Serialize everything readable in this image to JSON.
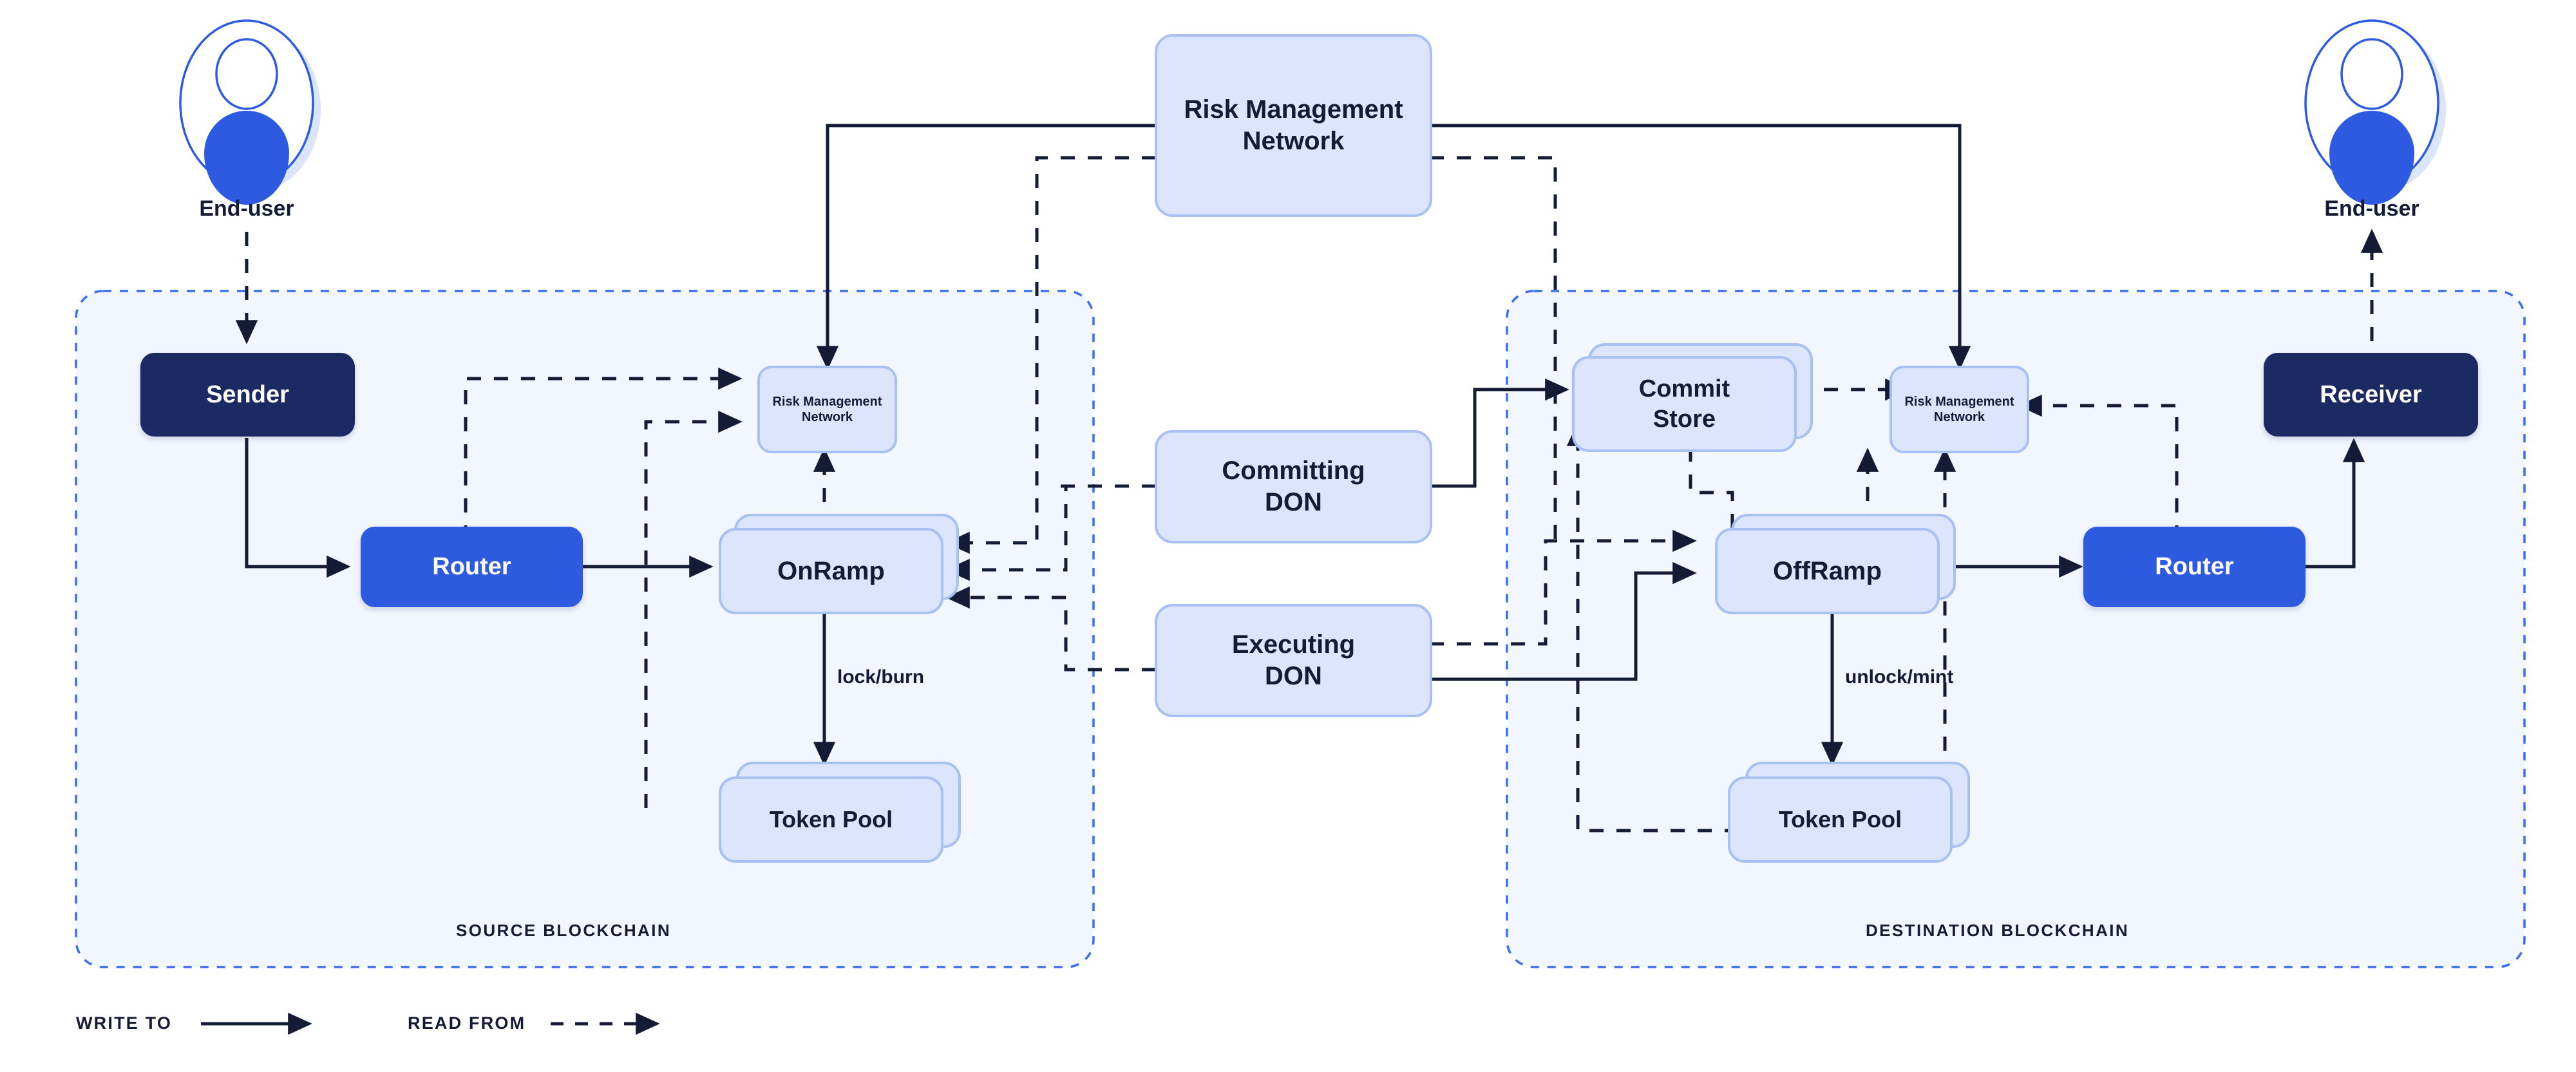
{
  "diagram": {
    "title_hidden": "",
    "colors": {
      "dark_navy": "#1b2a63",
      "router_blue": "#2d5ae0",
      "light_blue_fill": "#dce5fc",
      "light_blue_border": "#a8c0f4",
      "zone_fill": "#f2f6fe",
      "zone_border": "#3a6df0",
      "line": "#141b34",
      "avatar_blue": "#2d5ae0",
      "avatar_shadow": "#dbe5fd",
      "text_dark": "#141b34",
      "text_light": "#ffffff"
    }
  },
  "actors": {
    "left": {
      "label": "End-user",
      "icon": "user-avatar-icon"
    },
    "right": {
      "label": "End-user",
      "icon": "user-avatar-icon"
    }
  },
  "zones": [
    {
      "id": "source",
      "label": "SOURCE BLOCKCHAIN"
    },
    {
      "id": "destination",
      "label": "DESTINATION BLOCKCHAIN"
    }
  ],
  "nodes": {
    "risk_management_network_top": {
      "label": "Risk Management Network",
      "line1": "Risk  Management",
      "line2": "Network",
      "style": "light"
    },
    "committing_don": {
      "label": "Committing DON",
      "line1": "Committing",
      "line2": "DON",
      "style": "light"
    },
    "executing_don": {
      "label": "Executing DON",
      "line1": "Executing",
      "line2": "DON",
      "style": "light"
    },
    "sender": {
      "label": "Sender",
      "style": "navy"
    },
    "router_source": {
      "label": "Router",
      "style": "blue"
    },
    "rmn_source": {
      "label": "Risk Management Network",
      "line1": "Risk  Management",
      "line2": "Network",
      "style": "light-small"
    },
    "onramp": {
      "label": "OnRamp",
      "style": "light-stack"
    },
    "token_pool_source": {
      "label": "Token Pool",
      "style": "light-stack"
    },
    "commit_store": {
      "label": "Commit Store",
      "line1": "Commit",
      "line2": "Store",
      "style": "light-stack"
    },
    "rmn_destination": {
      "label": "Risk Management Network",
      "line1": "Risk  Management",
      "line2": "Network",
      "style": "light-small"
    },
    "offramp": {
      "label": "OffRamp",
      "style": "light-stack"
    },
    "token_pool_destination": {
      "label": "Token Pool",
      "style": "light-stack"
    },
    "router_destination": {
      "label": "Router",
      "style": "blue"
    },
    "receiver": {
      "label": "Receiver",
      "style": "navy"
    }
  },
  "edge_labels": {
    "lock_burn": "lock/burn",
    "unlock_mint": "unlock/mint"
  },
  "legend": [
    {
      "id": "write-to",
      "label": "WRITE TO",
      "line": "solid"
    },
    {
      "id": "read-from",
      "label": "READ FROM",
      "line": "dashed"
    }
  ]
}
